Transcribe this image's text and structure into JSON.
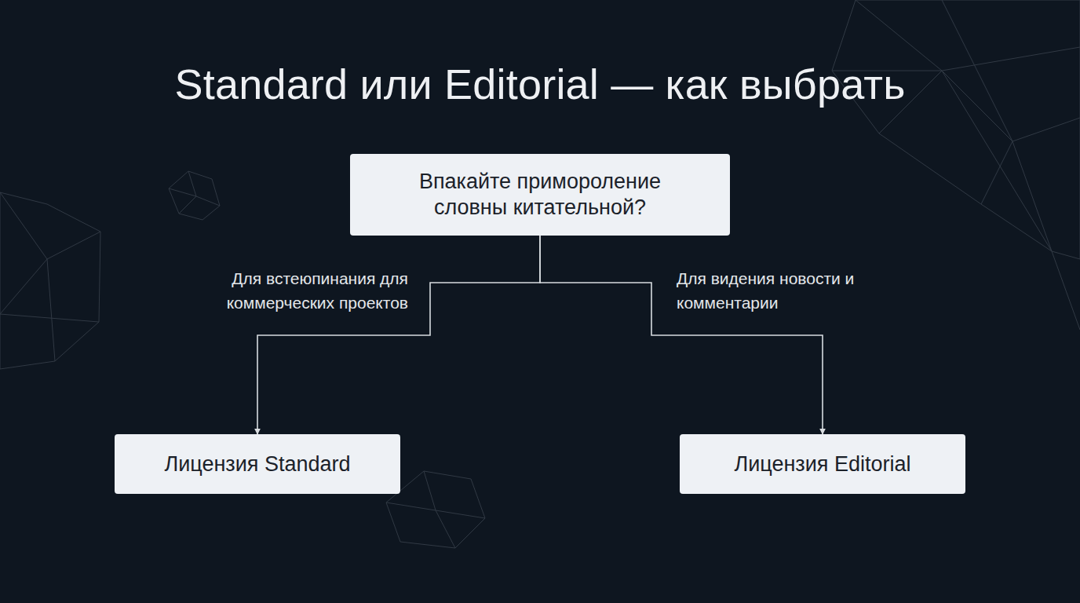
{
  "diagram": {
    "title": "Standard или Editorial — как выбрать",
    "nodes": [
      {
        "text": [
          "Впакайте примороление словны китательной?"
        ]
      },
      {
        "text": [
          "Лицензия Standard"
        ]
      },
      {
        "text": [
          "Лицензия Editorial"
        ]
      }
    ],
    "edges": [
      {
        "from": 0,
        "to": 1,
        "arrow": "to",
        "label": "Для встеюпинания для коммерческих проектов"
      },
      {
        "from": 0,
        "to": 2,
        "arrow": "to",
        "label": "Для видения новости и комментарии"
      }
    ]
  }
}
